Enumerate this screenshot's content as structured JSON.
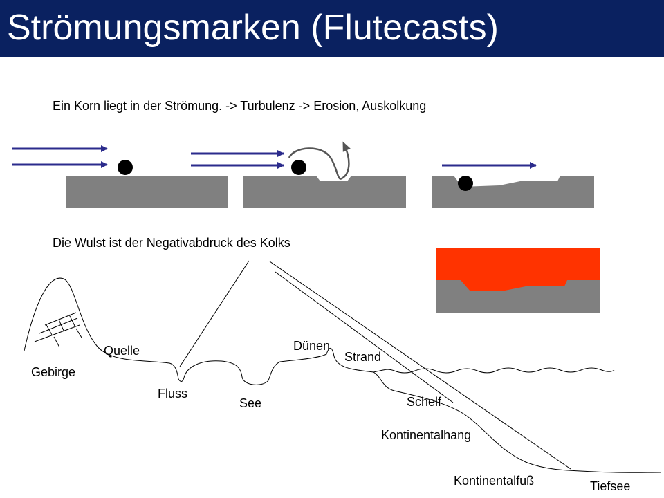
{
  "title": "Strömungsmarken (Flutecasts)",
  "intro_text": "Ein Korn liegt in der Strömung. -> Turbulenz -> Erosion, Auskolkung",
  "wulst_text": "Die Wulst ist der Negativabdruck des Kolks",
  "profile_labels": {
    "gebirge": "Gebirge",
    "quelle": "Quelle",
    "fluss": "Fluss",
    "see": "See",
    "duenen": "Dünen",
    "strand": "Strand",
    "schelf": "Schelf",
    "kontinentalhang": "Kontinentalhang",
    "kontinentalfuss": "Kontinentalfuß",
    "tiefsee": "Tiefsee"
  },
  "colors": {
    "title_bg": "#0a2160",
    "sediment": "#808080",
    "arrow": "#2b2b8c",
    "red_layer": "#ff3300"
  }
}
